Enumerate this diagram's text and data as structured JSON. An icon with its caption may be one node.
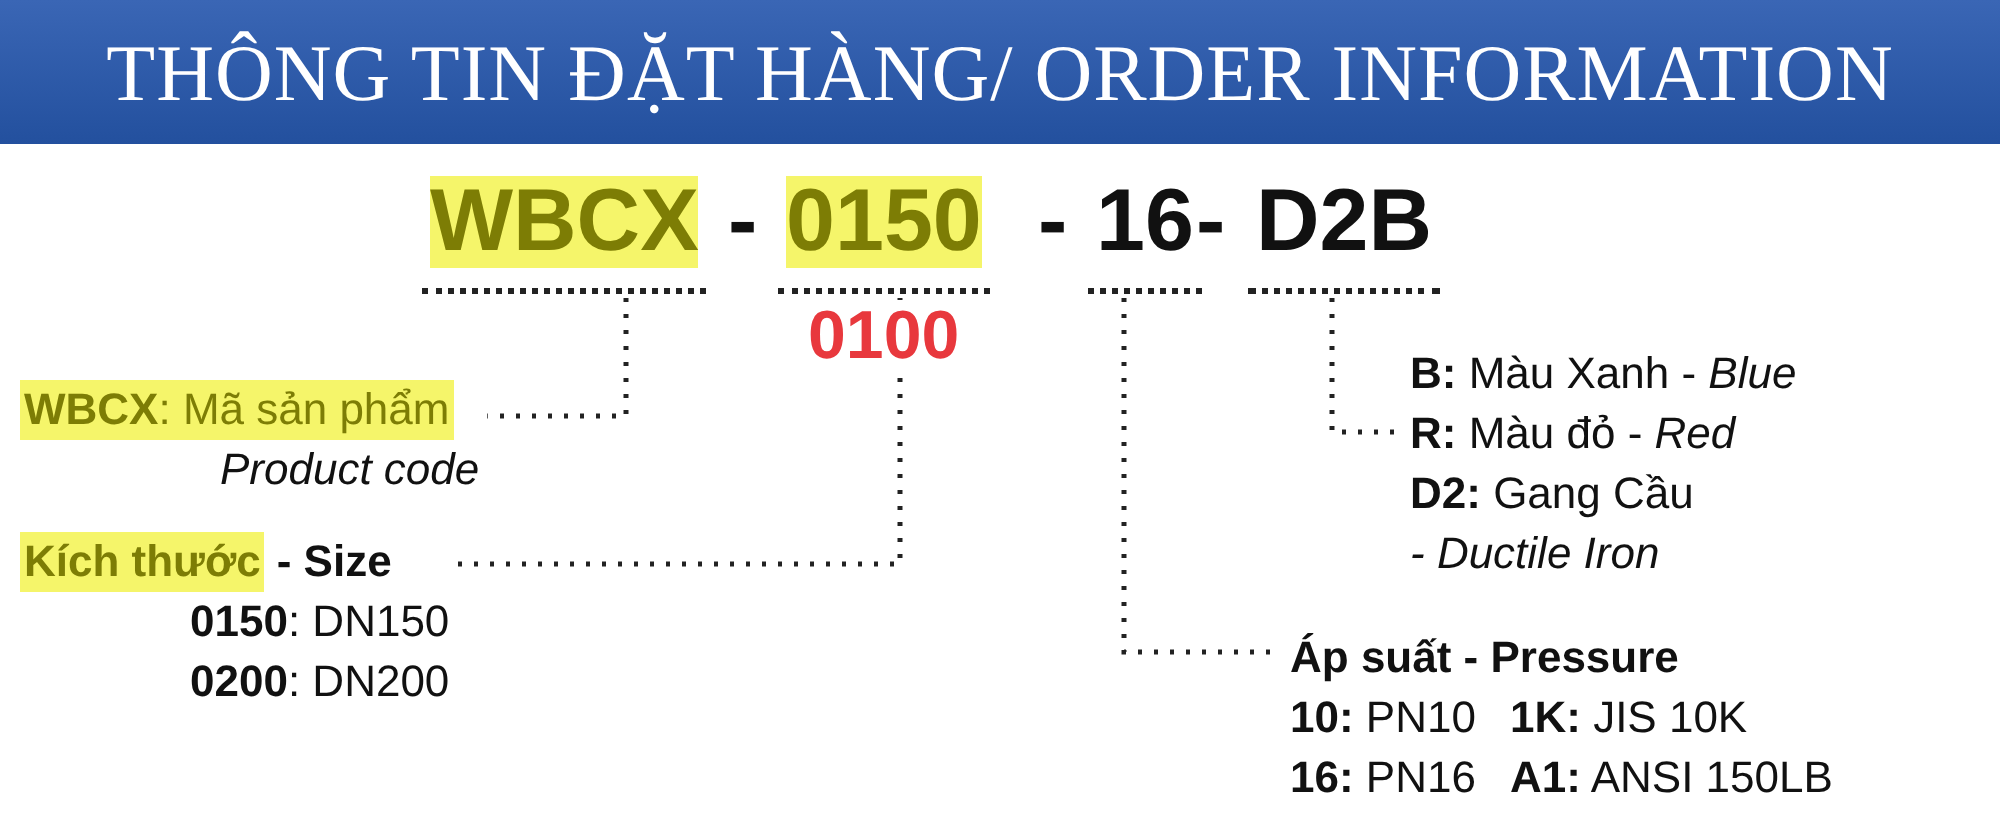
{
  "diagram": {
    "title": "THÔNG TIN ĐẶT HÀNG/ ORDER INFORMATION",
    "nodes": [
      {
        "text": [
          "WBCX"
        ]
      },
      {
        "text": [
          "0150"
        ]
      },
      {
        "text": [
          "16"
        ]
      },
      {
        "text": [
          "D2B"
        ]
      },
      {
        "text": [
          "**WBCX**: Mã sản phẩm",
          "Product code"
        ]
      },
      {
        "text": [
          "**B:** Màu Xanh - *Blue*",
          "**R:** Màu đỏ - *Red*",
          "**D2:** Gang Cầu",
          "- Ductile Iron"
        ]
      },
      {
        "text": [
          "Kích thước",
          "- Size",
          "**0150**: DN150",
          "**0200**: DN200"
        ]
      },
      {
        "text": [
          "Áp suất - Pressure",
          "**10:** PN10",
          "**1K:** JIS 10K",
          "**16:** PN16",
          "**A1:** ANSI 150LB"
        ]
      }
    ],
    "edges": [
      {
        "from": 0,
        "to": 4,
        "arrow": "none",
        "style": "dashed"
      },
      {
        "from": 1,
        "to": 6,
        "arrow": "none",
        "style": "dashed"
      },
      {
        "from": 2,
        "to": 7,
        "arrow": "none",
        "style": "dashed"
      },
      {
        "from": 3,
        "to": 5,
        "arrow": "none",
        "style": "dashed"
      }
    ],
    "labels": [
      "-",
      "-",
      "-",
      "0100"
    ]
  }
}
